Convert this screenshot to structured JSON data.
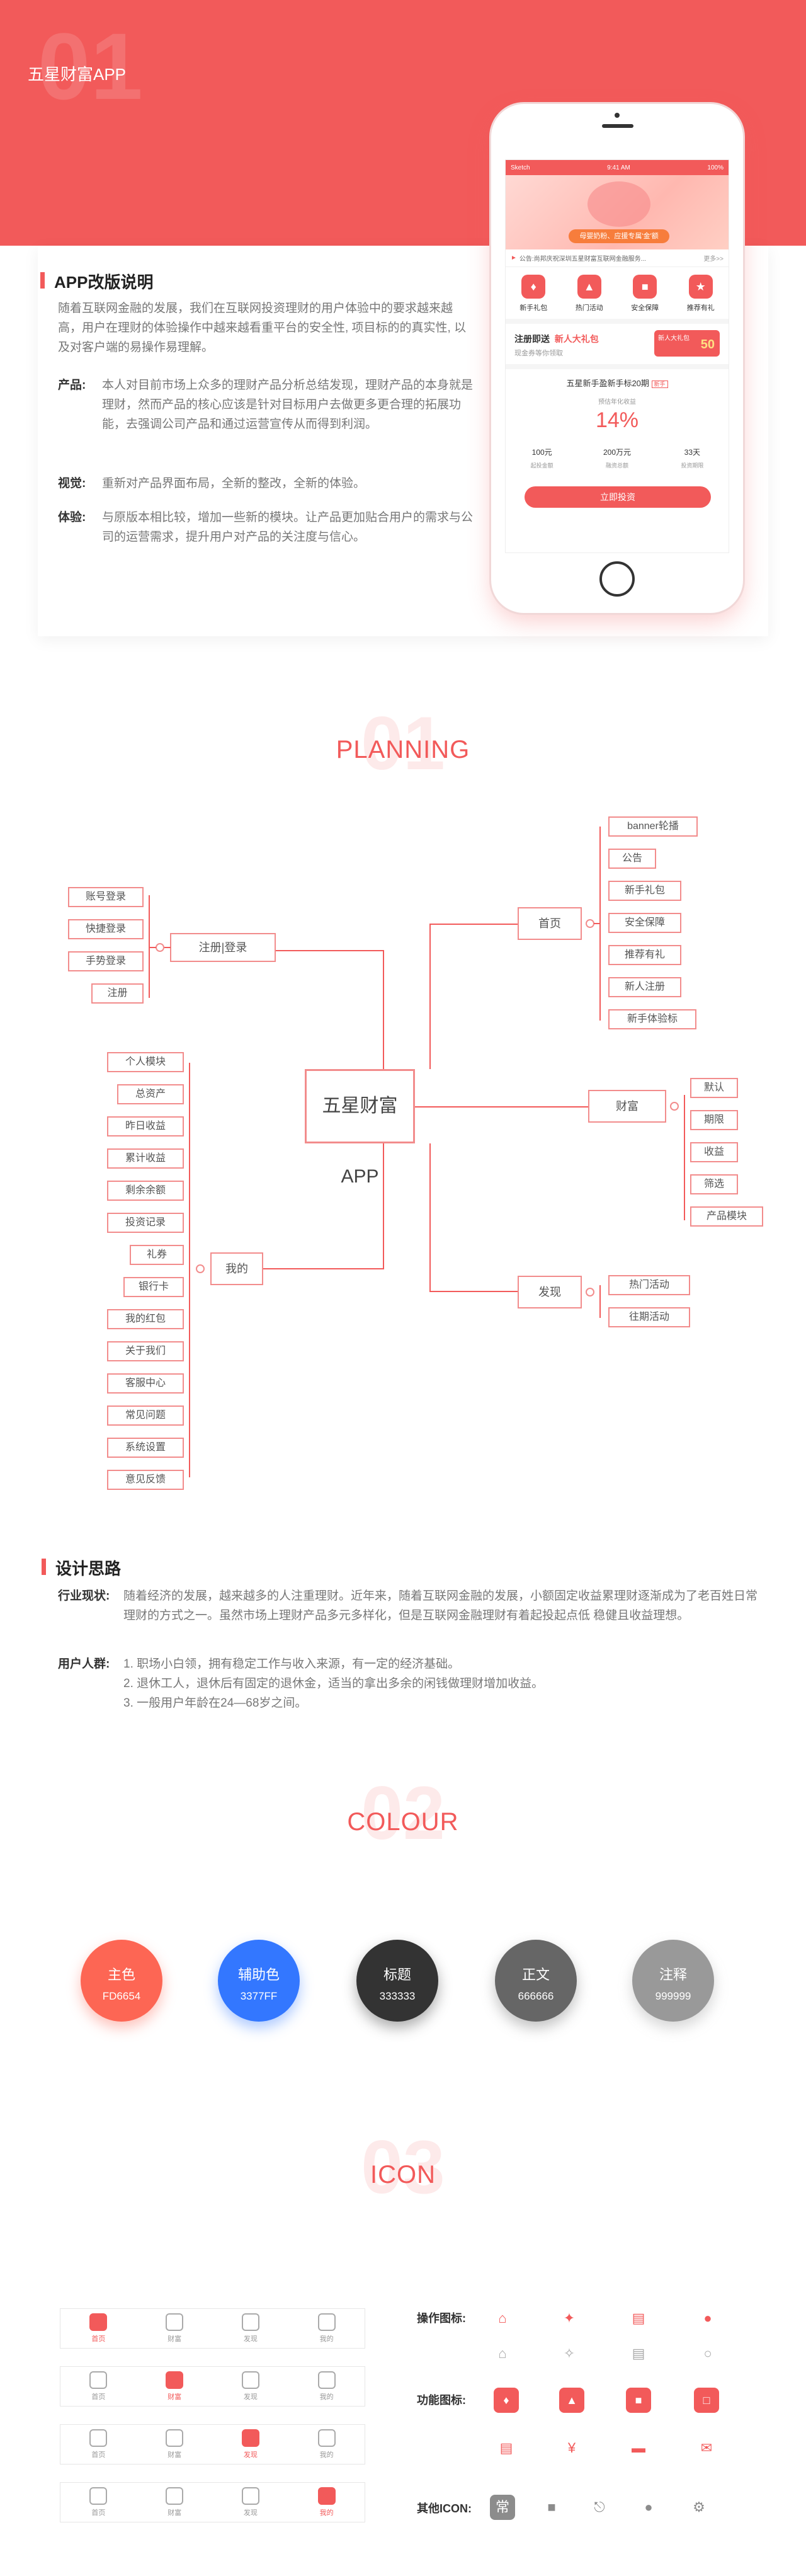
{
  "hero": {
    "number": "01",
    "title": "五星财富APP"
  },
  "intro": {
    "heading": "APP改版说明",
    "summary": "随着互联网金融的发展，我们在互联网投资理财的用户体验中的要求越来越高，用户在理财的体验操作中越来越看重平台的安全性, 项目标的的真实性, 以及对客户端的易操作易理解。",
    "rows": [
      {
        "label": "产品:",
        "text": "本人对目前市场上众多的理财产品分析总结发现，理财产品的本身就是理财，然而产品的核心应该是针对目标用户去做更多更合理的拓展功能，去强调公司产品和通过运营宣传从而得到利润。"
      },
      {
        "label": "视觉:",
        "text": "重新对产品界面布局，全新的整改，全新的体验。"
      },
      {
        "label": "体验:",
        "text": "与原版本相比较，增加一些新的模块。让产品更加贴合用户的需求与公司的运营需求，提升用户对产品的关注度与信心。"
      }
    ]
  },
  "phone": {
    "status_left": "Sketch",
    "status_time": "9:41 AM",
    "status_right": "100%",
    "banner_tag": "母婴奶粉、应援专属'金'额",
    "notice": "公告:尚邦庆祝深圳五星财富互联网金融服务...",
    "notice_more": "更多>>",
    "nav": [
      "新手礼包",
      "热门活动",
      "安全保障",
      "推荐有礼"
    ],
    "gift_title": "注册即送",
    "gift_highlight": "新人大礼包",
    "gift_sub": "现金券等你领取",
    "gift_badge": "新人大礼包",
    "gift_amount": "50",
    "product_title": "五星新手盈新手标20期",
    "product_tag": "新手",
    "rate_label": "预估年化收益",
    "rate": "14%",
    "stats": [
      {
        "value": "100元",
        "label": "起投金额"
      },
      {
        "value": "200万元",
        "label": "融资总额"
      },
      {
        "value": "33天",
        "label": "投资期限"
      }
    ],
    "buy": "立即投资"
  },
  "planning": {
    "number": "01",
    "title": "PLANNING"
  },
  "mindmap": {
    "center": "五星财富APP",
    "home": {
      "label": "首页",
      "items": [
        "banner轮播",
        "公告",
        "新手礼包",
        "安全保障",
        "推荐有礼",
        "新人注册",
        "新手体验标"
      ]
    },
    "login": {
      "label": "注册|登录",
      "items": [
        "账号登录",
        "快捷登录",
        "手势登录",
        "注册"
      ]
    },
    "wealth": {
      "label": "财富",
      "items": [
        "默认",
        "期限",
        "收益",
        "筛选",
        "产品模块"
      ]
    },
    "discover": {
      "label": "发现",
      "items": [
        "热门活动",
        "往期活动"
      ]
    },
    "mine": {
      "label": "我的",
      "items": [
        "个人模块",
        "总资产",
        "昨日收益",
        "累计收益",
        "剩余余额",
        "投资记录",
        "礼券",
        "银行卡",
        "我的红包",
        "关于我们",
        "客服中心",
        "常见问题",
        "系统设置",
        "意见反馈"
      ]
    }
  },
  "design": {
    "heading": "设计思路",
    "industry_label": "行业现状:",
    "industry_text": "随着经济的发展，越来越多的人注重理财。近年来，随着互联网金融的发展，小额固定收益累理财逐渐成为了老百姓日常理财的方式之一。虽然市场上理财产品多元多样化，但是互联网金融理财有着起投起点低  稳健且收益理想。",
    "users_label": "用户人群:",
    "users": [
      "1. 职场小白领，拥有稳定工作与收入来源，有一定的经济基础。",
      "2. 退休工人，退休后有固定的退休金，适当的拿出多余的闲钱做理财增加收益。",
      "3. 一般用户年龄在24—68岁之间。"
    ]
  },
  "colour": {
    "number": "02",
    "title": "COLOUR",
    "swatches": [
      {
        "title": "主色",
        "code": "FD6654",
        "color": "#fd6654"
      },
      {
        "title": "辅助色",
        "code": "3377FF",
        "color": "#3377ff"
      },
      {
        "title": "标题",
        "code": "333333",
        "color": "#333333"
      },
      {
        "title": "正文",
        "code": "666666",
        "color": "#666666"
      },
      {
        "title": "注释",
        "code": "999999",
        "color": "#999999"
      }
    ]
  },
  "icon": {
    "number": "03",
    "title": "ICON",
    "tabs": [
      "首页",
      "财富",
      "发现",
      "我的"
    ],
    "op_label": "操作图标:",
    "func_label": "功能图标:",
    "other_label": "其他ICON:",
    "other_char": "常"
  }
}
